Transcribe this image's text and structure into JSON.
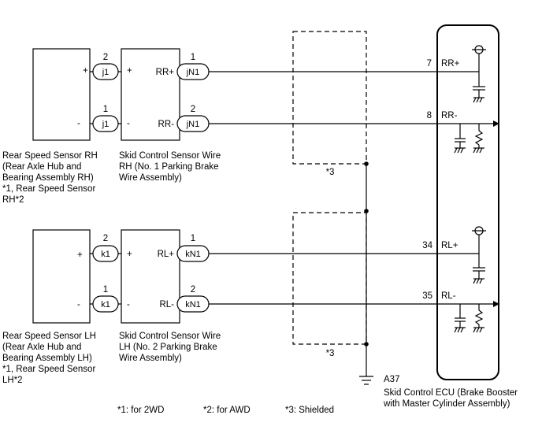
{
  "rh": {
    "sensor_plus": "+",
    "sensor_minus": "-",
    "wire_plus": "+",
    "wire_minus": "-",
    "pin_top_left": "2",
    "pin_bot_left": "1",
    "pin_top_right": "1",
    "pin_bot_right": "2",
    "conn_left": "j1",
    "conn_right": "jN1",
    "wire_top_signal": "RR+",
    "wire_bot_signal": "RR-",
    "ecu_top_pin": "7",
    "ecu_top_signal": "RR+",
    "ecu_bot_pin": "8",
    "ecu_bot_signal": "RR-",
    "sensor_caption": "Rear Speed Sensor RH\n(Rear Axle Hub and\nBearing Assembly RH)\n*1, Rear Speed Sensor\nRH*2",
    "wire_caption": "Skid Control Sensor Wire\nRH (No. 1 Parking Brake\nWire Assembly)",
    "shield_label": "*3"
  },
  "lh": {
    "sensor_plus": "+",
    "sensor_minus": "-",
    "wire_plus": "+",
    "wire_minus": "-",
    "pin_top_left": "2",
    "pin_bot_left": "1",
    "pin_top_right": "1",
    "pin_bot_right": "2",
    "conn_left": "k1",
    "conn_right": "kN1",
    "wire_top_signal": "RL+",
    "wire_bot_signal": "RL-",
    "ecu_top_pin": "34",
    "ecu_top_signal": "RL+",
    "ecu_bot_pin": "35",
    "ecu_bot_signal": "RL-",
    "sensor_caption": "Rear Speed Sensor LH\n(Rear Axle Hub and\nBearing Assembly LH)\n*1, Rear Speed Sensor\nLH*2",
    "wire_caption": "Skid Control Sensor Wire\nLH (No. 2 Parking Brake\nWire Assembly)",
    "shield_label": "*3"
  },
  "ecu": {
    "code": "A37",
    "caption": "Skid Control ECU (Brake Booster\nwith Master Cylinder Assembly)"
  },
  "notes": {
    "n1": "*1: for 2WD",
    "n2": "*2: for AWD",
    "n3": "*3: Shielded"
  }
}
